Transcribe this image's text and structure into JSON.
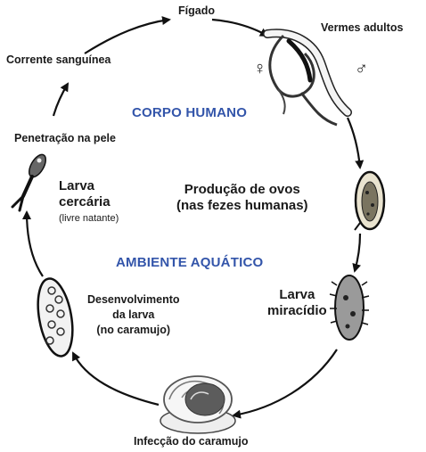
{
  "colors": {
    "region_label": "#3355aa",
    "ink": "#1a1a1a"
  },
  "stages": {
    "figado": "Fígado",
    "vermes_adultos": "Vermes adultos",
    "corrente_sanguinea": "Corrente sanguínea",
    "penetracao": "Penetração na pele",
    "producao_ovos_l1": "Produção de ovos",
    "producao_ovos_l2": "(nas fezes humanas)",
    "larva_miracidio_l1": "Larva",
    "larva_miracidio_l2": "miracídio",
    "desenvolvimento_l1": "Desenvolvimento",
    "desenvolvimento_l2": "da larva",
    "desenvolvimento_l3": "(no caramujo)",
    "infeccao": "Infecção do caramujo",
    "larva_cercaria_l1": "Larva",
    "larva_cercaria_l2": "cercária",
    "larva_cercaria_l3": "(livre natante)"
  },
  "regions": {
    "corpo_humano": "CORPO HUMANO",
    "ambiente_aquatico": "AMBIENTE AQUÁTICO"
  },
  "symbols": {
    "female": "♀",
    "male": "♂"
  },
  "icons": [
    "adult-worms-icon",
    "egg-icon",
    "miracidium-icon",
    "snail-icon",
    "sporocyst-icon",
    "cercaria-icon"
  ]
}
